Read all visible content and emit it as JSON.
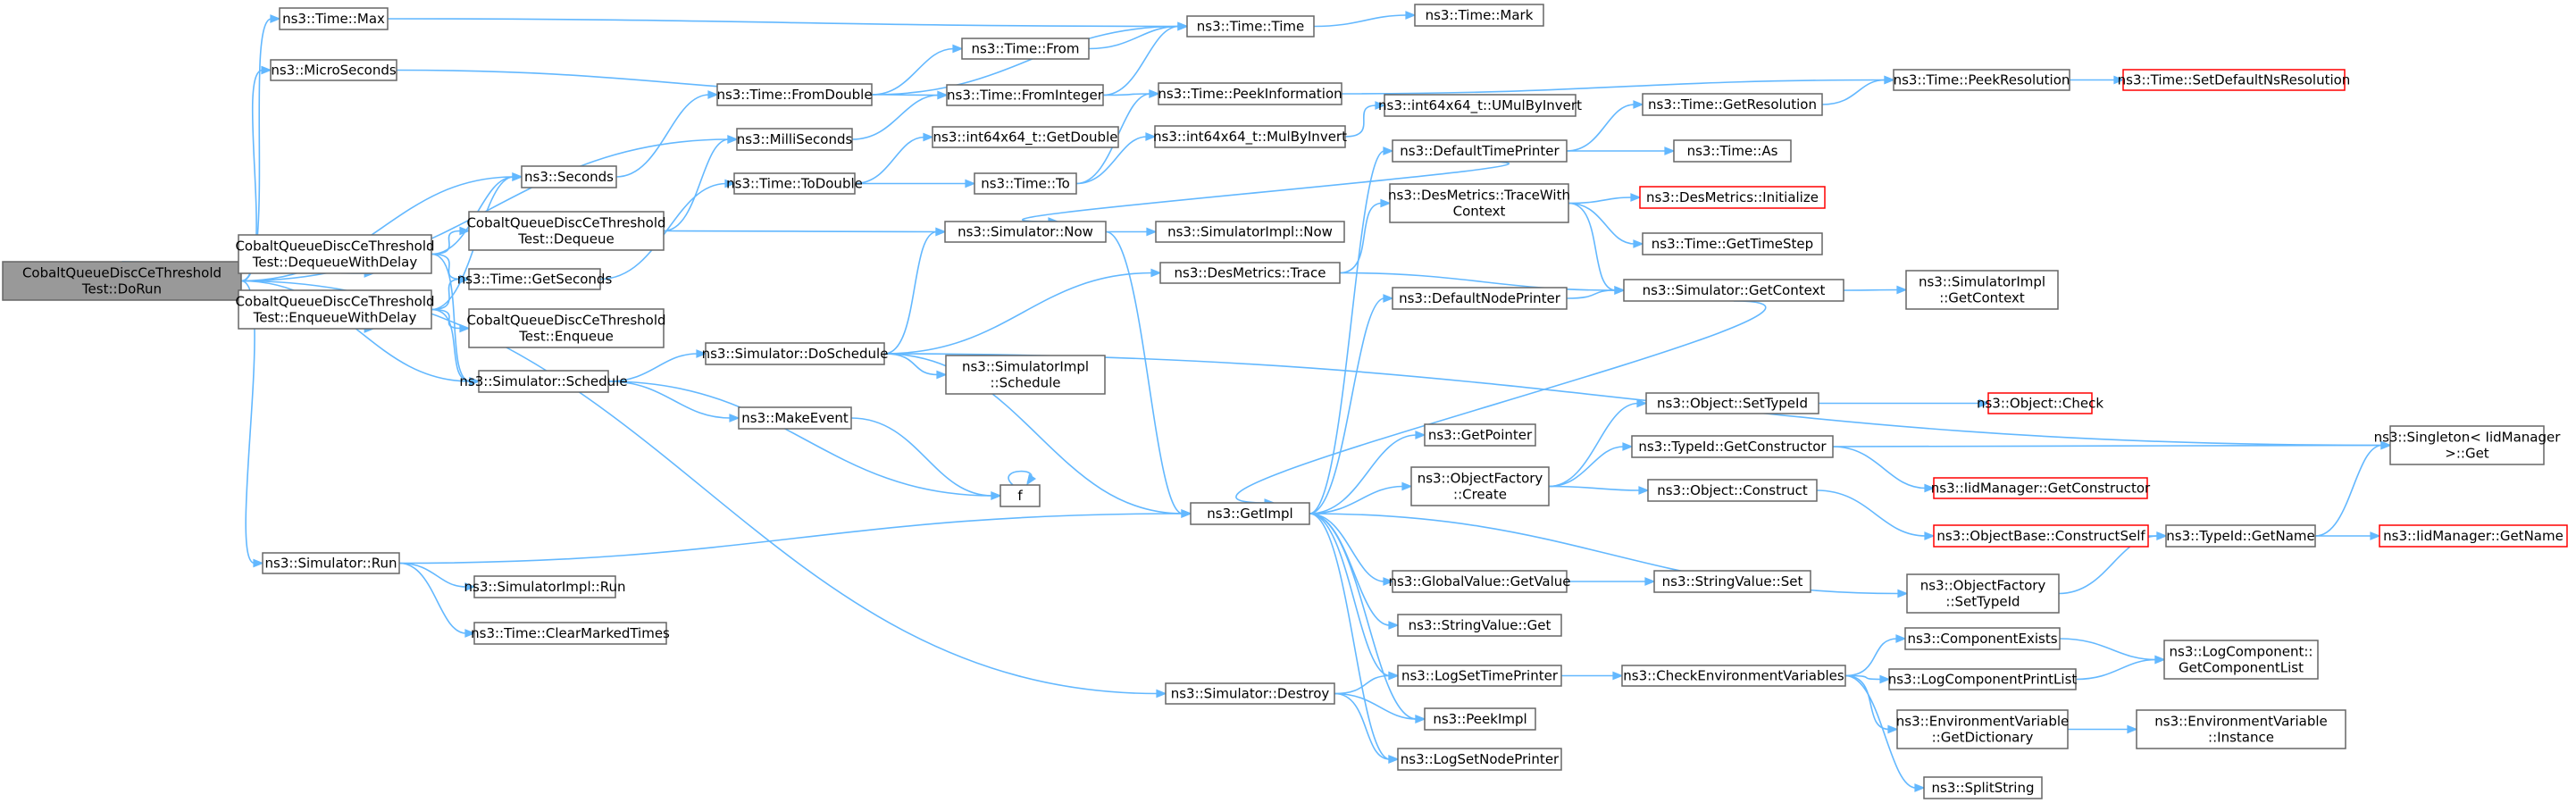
{
  "colors": {
    "edge": "#63b8ff",
    "node_border": "#666666",
    "node_fill": "#ffffff",
    "root_fill": "#999999",
    "truncated_border": "#ff0000"
  },
  "nodes": [
    {
      "id": "root",
      "lines": [
        "CobaltQueueDiscCeThreshold",
        "Test::DoRun"
      ],
      "root": true
    },
    {
      "id": "tmax",
      "lines": [
        "ns3::Time::Max"
      ]
    },
    {
      "id": "micro",
      "lines": [
        "ns3::MicroSeconds"
      ]
    },
    {
      "id": "milli",
      "lines": [
        "ns3::MilliSeconds"
      ]
    },
    {
      "id": "seconds",
      "lines": [
        "ns3::Seconds"
      ]
    },
    {
      "id": "deqdelay",
      "lines": [
        "CobaltQueueDiscCeThreshold",
        "Test::DequeueWithDelay"
      ]
    },
    {
      "id": "enqdelay",
      "lines": [
        "CobaltQueueDiscCeThreshold",
        "Test::EnqueueWithDelay"
      ]
    },
    {
      "id": "dequeue",
      "lines": [
        "CobaltQueueDiscCeThreshold",
        "Test::Dequeue"
      ]
    },
    {
      "id": "enqueue",
      "lines": [
        "CobaltQueueDiscCeThreshold",
        "Test::Enqueue"
      ]
    },
    {
      "id": "getsec",
      "lines": [
        "ns3::Time::GetSeconds"
      ]
    },
    {
      "id": "schedule",
      "lines": [
        "ns3::Simulator::Schedule"
      ]
    },
    {
      "id": "run",
      "lines": [
        "ns3::Simulator::Run"
      ]
    },
    {
      "id": "fromdouble",
      "lines": [
        "ns3::Time::FromDouble"
      ]
    },
    {
      "id": "from",
      "lines": [
        "ns3::Time::From"
      ]
    },
    {
      "id": "fromint",
      "lines": [
        "ns3::Time::FromInteger"
      ]
    },
    {
      "id": "time",
      "lines": [
        "ns3::Time::Time"
      ]
    },
    {
      "id": "mark",
      "lines": [
        "ns3::Time::Mark"
      ]
    },
    {
      "id": "peekinfo",
      "lines": [
        "ns3::Time::PeekInformation"
      ]
    },
    {
      "id": "peekres",
      "lines": [
        "ns3::Time::PeekResolution"
      ]
    },
    {
      "id": "setdefres",
      "lines": [
        "ns3::Time::SetDefaultNsResolution"
      ],
      "truncated": true
    },
    {
      "id": "getdouble",
      "lines": [
        "ns3::int64x64_t::GetDouble"
      ]
    },
    {
      "id": "todouble",
      "lines": [
        "ns3::Time::ToDouble"
      ]
    },
    {
      "id": "to",
      "lines": [
        "ns3::Time::To"
      ]
    },
    {
      "id": "mulbyinv",
      "lines": [
        "ns3::int64x64_t::MulByInvert"
      ]
    },
    {
      "id": "umulbyinv",
      "lines": [
        "ns3::int64x64_t::UMulByInvert"
      ]
    },
    {
      "id": "deftimeprinter",
      "lines": [
        "ns3::DefaultTimePrinter"
      ]
    },
    {
      "id": "getres",
      "lines": [
        "ns3::Time::GetResolution"
      ]
    },
    {
      "id": "as",
      "lines": [
        "ns3::Time::As"
      ]
    },
    {
      "id": "now",
      "lines": [
        "ns3::Simulator::Now"
      ]
    },
    {
      "id": "implnow",
      "lines": [
        "ns3::SimulatorImpl::Now"
      ]
    },
    {
      "id": "tracectx",
      "lines": [
        "ns3::DesMetrics::TraceWith",
        "Context"
      ]
    },
    {
      "id": "desinit",
      "lines": [
        "ns3::DesMetrics::Initialize"
      ],
      "truncated": true
    },
    {
      "id": "gettimestep",
      "lines": [
        "ns3::Time::GetTimeStep"
      ]
    },
    {
      "id": "trace",
      "lines": [
        "ns3::DesMetrics::Trace"
      ]
    },
    {
      "id": "defnodeprinter",
      "lines": [
        "ns3::DefaultNodePrinter"
      ]
    },
    {
      "id": "getctx",
      "lines": [
        "ns3::Simulator::GetContext"
      ]
    },
    {
      "id": "implgetctx",
      "lines": [
        "ns3::SimulatorImpl",
        "::GetContext"
      ]
    },
    {
      "id": "doschedule",
      "lines": [
        "ns3::Simulator::DoSchedule"
      ]
    },
    {
      "id": "implschedule",
      "lines": [
        "ns3::SimulatorImpl",
        "::Schedule"
      ]
    },
    {
      "id": "makeevent",
      "lines": [
        "ns3::MakeEvent"
      ]
    },
    {
      "id": "f",
      "lines": [
        "f"
      ]
    },
    {
      "id": "getimpl",
      "lines": [
        "ns3::GetImpl"
      ]
    },
    {
      "id": "getpointer",
      "lines": [
        "ns3::GetPointer"
      ]
    },
    {
      "id": "objfactcreate",
      "lines": [
        "ns3::ObjectFactory",
        "::Create"
      ]
    },
    {
      "id": "settypeid",
      "lines": [
        "ns3::Object::SetTypeId"
      ]
    },
    {
      "id": "objcheck",
      "lines": [
        "ns3::Object::Check"
      ],
      "truncated": true
    },
    {
      "id": "getctor",
      "lines": [
        "ns3::TypeId::GetConstructor"
      ]
    },
    {
      "id": "iidgetctor",
      "lines": [
        "ns3::IidManager::GetConstructor"
      ],
      "truncated": true
    },
    {
      "id": "objconstruct",
      "lines": [
        "ns3::Object::Construct"
      ]
    },
    {
      "id": "constructself",
      "lines": [
        "ns3::ObjectBase::ConstructSelf"
      ],
      "truncated": true
    },
    {
      "id": "getname",
      "lines": [
        "ns3::TypeId::GetName"
      ]
    },
    {
      "id": "iidgetname",
      "lines": [
        "ns3::IidManager::GetName"
      ],
      "truncated": true
    },
    {
      "id": "singleton",
      "lines": [
        "ns3::Singleton< IidManager",
        ">::Get"
      ]
    },
    {
      "id": "objfactset",
      "lines": [
        "ns3::ObjectFactory",
        "::SetTypeId"
      ]
    },
    {
      "id": "gvgetvalue",
      "lines": [
        "ns3::GlobalValue::GetValue"
      ]
    },
    {
      "id": "svset",
      "lines": [
        "ns3::StringValue::Set"
      ]
    },
    {
      "id": "svget",
      "lines": [
        "ns3::StringValue::Get"
      ]
    },
    {
      "id": "implrun",
      "lines": [
        "ns3::SimulatorImpl::Run"
      ]
    },
    {
      "id": "clearmarked",
      "lines": [
        "ns3::Time::ClearMarkedTimes"
      ]
    },
    {
      "id": "destroy",
      "lines": [
        "ns3::Simulator::Destroy"
      ]
    },
    {
      "id": "logsettime",
      "lines": [
        "ns3::LogSetTimePrinter"
      ]
    },
    {
      "id": "peekimpl",
      "lines": [
        "ns3::PeekImpl"
      ]
    },
    {
      "id": "logsetnode",
      "lines": [
        "ns3::LogSetNodePrinter"
      ]
    },
    {
      "id": "checkenv",
      "lines": [
        "ns3::CheckEnvironmentVariables"
      ]
    },
    {
      "id": "compexists",
      "lines": [
        "ns3::ComponentExists"
      ]
    },
    {
      "id": "logcompprint",
      "lines": [
        "ns3::LogComponentPrintList"
      ]
    },
    {
      "id": "getcomplist",
      "lines": [
        "ns3::LogComponent::",
        "GetComponentList"
      ]
    },
    {
      "id": "envgetdict",
      "lines": [
        "ns3::EnvironmentVariable",
        "::GetDictionary"
      ]
    },
    {
      "id": "envinstance",
      "lines": [
        "ns3::EnvironmentVariable",
        "::Instance"
      ]
    },
    {
      "id": "splitstring",
      "lines": [
        "ns3::SplitString"
      ]
    }
  ],
  "edges": [
    [
      "root",
      "tmax"
    ],
    [
      "root",
      "micro"
    ],
    [
      "root",
      "milli"
    ],
    [
      "root",
      "seconds"
    ],
    [
      "root",
      "deqdelay"
    ],
    [
      "root",
      "enqdelay"
    ],
    [
      "root",
      "schedule"
    ],
    [
      "root",
      "run"
    ],
    [
      "root",
      "destroy"
    ],
    [
      "tmax",
      "time"
    ],
    [
      "micro",
      "fromint"
    ],
    [
      "milli",
      "fromint"
    ],
    [
      "seconds",
      "fromdouble"
    ],
    [
      "fromdouble",
      "from"
    ],
    [
      "fromdouble",
      "time"
    ],
    [
      "from",
      "time"
    ],
    [
      "fromint",
      "time"
    ],
    [
      "fromint",
      "peekinfo"
    ],
    [
      "peekinfo",
      "peekres"
    ],
    [
      "time",
      "mark"
    ],
    [
      "peekres",
      "setdefres"
    ],
    [
      "deqdelay",
      "seconds"
    ],
    [
      "deqdelay",
      "dequeue"
    ],
    [
      "deqdelay",
      "getsec"
    ],
    [
      "deqdelay",
      "schedule"
    ],
    [
      "enqdelay",
      "seconds"
    ],
    [
      "enqdelay",
      "getsec"
    ],
    [
      "enqdelay",
      "enqueue"
    ],
    [
      "enqdelay",
      "schedule"
    ],
    [
      "dequeue",
      "milli"
    ],
    [
      "dequeue",
      "now"
    ],
    [
      "getsec",
      "todouble"
    ],
    [
      "todouble",
      "getdouble"
    ],
    [
      "todouble",
      "to"
    ],
    [
      "to",
      "peekinfo"
    ],
    [
      "to",
      "mulbyinv"
    ],
    [
      "mulbyinv",
      "umulbyinv"
    ],
    [
      "schedule",
      "doschedule"
    ],
    [
      "schedule",
      "makeevent"
    ],
    [
      "schedule",
      "f"
    ],
    [
      "doschedule",
      "now"
    ],
    [
      "doschedule",
      "trace"
    ],
    [
      "doschedule",
      "implschedule"
    ],
    [
      "doschedule",
      "getimpl"
    ],
    [
      "doschedule",
      "singleton"
    ],
    [
      "makeevent",
      "f"
    ],
    [
      "f",
      "f"
    ],
    [
      "now",
      "implnow"
    ],
    [
      "now",
      "getimpl"
    ],
    [
      "trace",
      "tracectx"
    ],
    [
      "trace",
      "getctx"
    ],
    [
      "tracectx",
      "desinit"
    ],
    [
      "tracectx",
      "gettimestep"
    ],
    [
      "tracectx",
      "getctx"
    ],
    [
      "getctx",
      "implgetctx"
    ],
    [
      "getctx",
      "getimpl"
    ],
    [
      "deftimeprinter",
      "now"
    ],
    [
      "deftimeprinter",
      "getres"
    ],
    [
      "deftimeprinter",
      "as"
    ],
    [
      "getres",
      "peekres"
    ],
    [
      "defnodeprinter",
      "getctx"
    ],
    [
      "getimpl",
      "deftimeprinter"
    ],
    [
      "getimpl",
      "defnodeprinter"
    ],
    [
      "getimpl",
      "getpointer"
    ],
    [
      "getimpl",
      "objfactcreate"
    ],
    [
      "getimpl",
      "objfactset"
    ],
    [
      "getimpl",
      "gvgetvalue"
    ],
    [
      "getimpl",
      "svget"
    ],
    [
      "getimpl",
      "logsettime"
    ],
    [
      "getimpl",
      "peekimpl"
    ],
    [
      "getimpl",
      "logsetnode"
    ],
    [
      "objfactcreate",
      "settypeid"
    ],
    [
      "objfactcreate",
      "getctor"
    ],
    [
      "objfactcreate",
      "objconstruct"
    ],
    [
      "settypeid",
      "objcheck"
    ],
    [
      "getctor",
      "iidgetctor"
    ],
    [
      "getctor",
      "singleton"
    ],
    [
      "objconstruct",
      "constructself"
    ],
    [
      "constructself",
      "getname"
    ],
    [
      "getname",
      "singleton"
    ],
    [
      "getname",
      "iidgetname"
    ],
    [
      "objfactset",
      "getname"
    ],
    [
      "gvgetvalue",
      "svset"
    ],
    [
      "run",
      "getimpl"
    ],
    [
      "run",
      "implrun"
    ],
    [
      "run",
      "clearmarked"
    ],
    [
      "destroy",
      "logsettime"
    ],
    [
      "destroy",
      "peekimpl"
    ],
    [
      "destroy",
      "logsetnode"
    ],
    [
      "logsettime",
      "checkenv"
    ],
    [
      "checkenv",
      "compexists"
    ],
    [
      "checkenv",
      "logcompprint"
    ],
    [
      "checkenv",
      "envgetdict"
    ],
    [
      "checkenv",
      "splitstring"
    ],
    [
      "compexists",
      "getcomplist"
    ],
    [
      "logcompprint",
      "getcomplist"
    ],
    [
      "envgetdict",
      "envinstance"
    ]
  ]
}
